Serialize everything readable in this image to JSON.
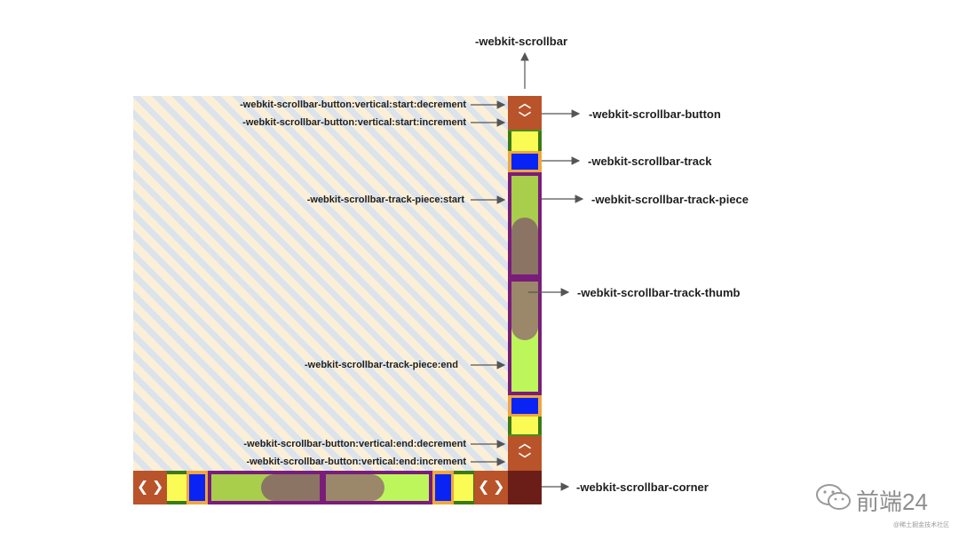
{
  "labels": {
    "scrollbar": "-webkit-scrollbar",
    "button": "-webkit-scrollbar-button",
    "track": "-webkit-scrollbar-track",
    "track_piece": "-webkit-scrollbar-track-piece",
    "track_thumb": "-webkit-scrollbar-track-thumb",
    "corner": "-webkit-scrollbar-corner",
    "btn_start_dec": "-webkit-scrollbar-button:vertical:start:decrement",
    "btn_start_inc": "-webkit-scrollbar-button:vertical:start:increment",
    "piece_start": "-webkit-scrollbar-track-piece:start",
    "piece_end": "-webkit-scrollbar-track-piece:end",
    "btn_end_dec": "-webkit-scrollbar-button:vertical:end:decrement",
    "btn_end_inc": "-webkit-scrollbar-button:vertical:end:increment"
  },
  "watermark": {
    "brand": "前端24",
    "credit": "@稀土掘金技术社区"
  },
  "colors": {
    "button": "#b9532a",
    "yellow": "#fbfb56",
    "track": "#0a23f5",
    "track_piece_border": "#7a1d7a",
    "thumb": "#8c7464",
    "corner": "#6b1e18"
  }
}
